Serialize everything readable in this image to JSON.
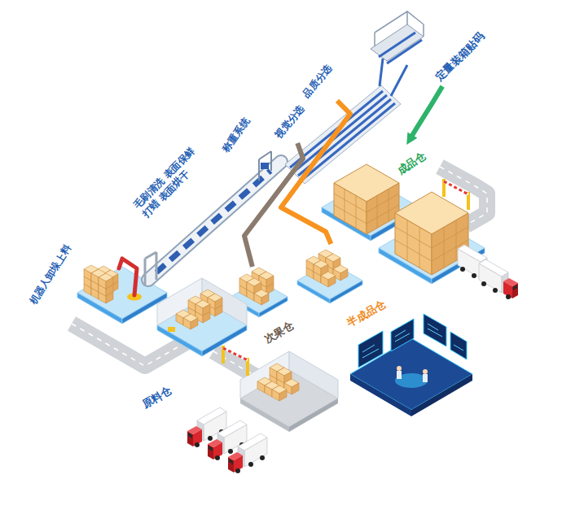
{
  "diagram": {
    "nodes": [
      {
        "text": [
          "机器人卸垛上料"
        ]
      },
      {
        "text": [
          "毛刷清洗 表面保鲜 打蜡 表面烘干"
        ]
      },
      {
        "text": [
          "称重系统"
        ]
      },
      {
        "text": [
          "视觉分选"
        ]
      },
      {
        "text": [
          "品质分选"
        ]
      },
      {
        "text": [
          "定量装箱贴码"
        ]
      },
      {
        "text": [
          "成品仓"
        ]
      },
      {
        "text": [
          "次果仓"
        ]
      },
      {
        "text": [
          "半成品仓"
        ]
      },
      {
        "text": [
          "原料仓"
        ]
      }
    ],
    "edges": [
      {
        "from": 3,
        "to": 7,
        "arrow": "none"
      },
      {
        "from": 4,
        "to": 8,
        "arrow": "none"
      },
      {
        "from": 5,
        "to": 6,
        "arrow": "to"
      }
    ]
  }
}
